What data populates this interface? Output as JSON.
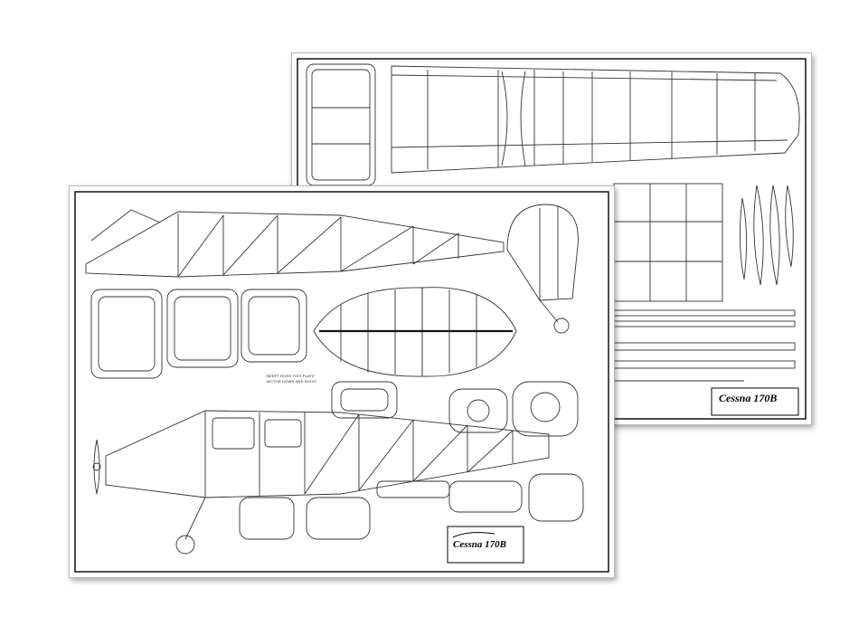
{
  "front_sheet": {
    "title": "Cessna 170B",
    "notes": [
      "BEEFT ROSS THIS PLATE",
      "MOTOR DOWN AND RIGHT"
    ]
  },
  "back_sheet": {
    "title": "Cessna 170B"
  },
  "colors": {
    "line": "#2a2a2a",
    "paper": "#ffffff",
    "border": "#000000"
  }
}
